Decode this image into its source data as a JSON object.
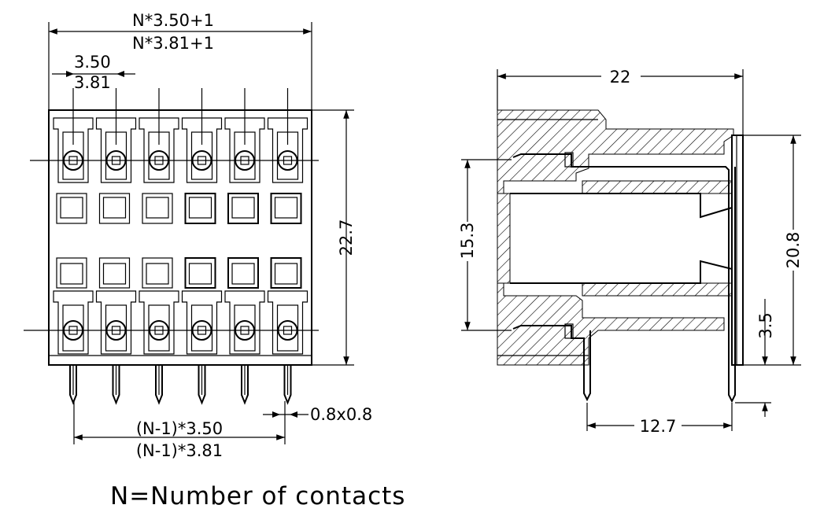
{
  "front_view": {
    "overall_width_350": "N*3.50+1",
    "overall_width_381": "N*3.81+1",
    "pitch_350": "3.50",
    "pitch_381": "3.81",
    "height": "22.7",
    "pin_span_350": "(N-1)*3.50",
    "pin_span_381": "(N-1)*3.81",
    "pin_size": "0.8x0.8",
    "contacts_per_row": 6
  },
  "side_view": {
    "depth": "22",
    "height": "20.8",
    "pin_spacing": "15.3",
    "pin_offset": "3.5",
    "pin_row_spacing": "12.7"
  },
  "footnote": "N=Number of contacts"
}
